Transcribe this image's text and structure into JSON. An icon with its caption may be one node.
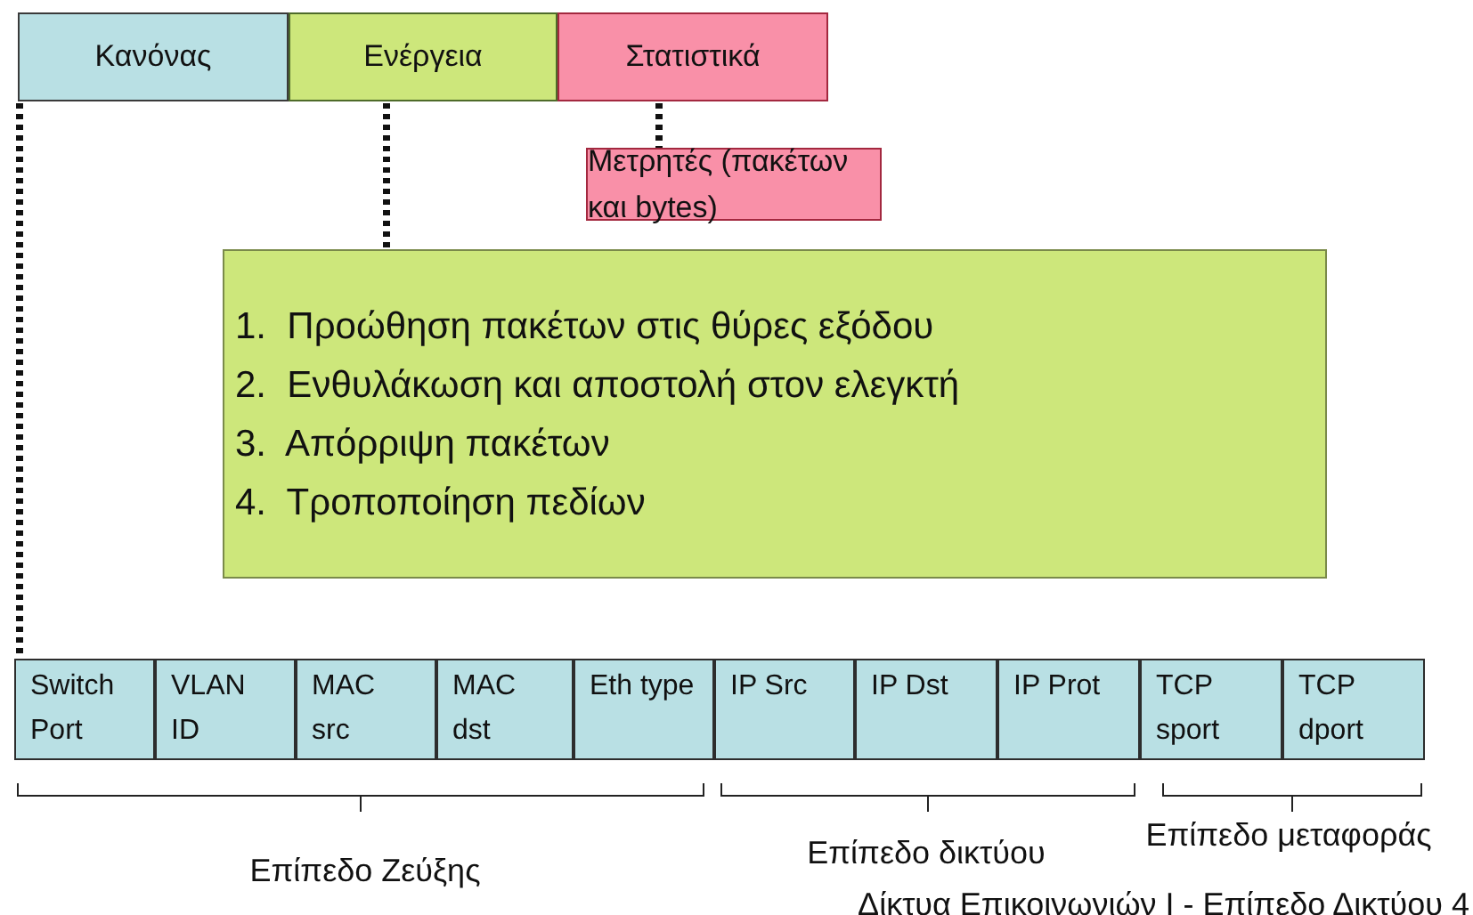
{
  "diagram": {
    "nodes": [
      {
        "text": [
          "Κανόνας"
        ]
      },
      {
        "text": [
          "Ενέργεια"
        ]
      },
      {
        "text": [
          "Στατιστικά"
        ]
      },
      {
        "text": [
          "Μετρητές (πακέτων και bytes)"
        ]
      },
      {
        "text": [
          "1.  Προώθηση πακέτων στις θύρες εξόδου",
          "2.  Ενθυλάκωση και αποστολή στον ελεγκτή",
          "3.  Απόρριψη πακέτων",
          "4.  Τροποποίηση πεδίων"
        ]
      },
      {
        "text": [
          "Switch Port"
        ]
      },
      {
        "text": [
          "VLAN ID"
        ]
      },
      {
        "text": [
          "MAC src"
        ]
      },
      {
        "text": [
          "MAC dst"
        ]
      },
      {
        "text": [
          "Eth type"
        ]
      },
      {
        "text": [
          "IP Src"
        ]
      },
      {
        "text": [
          "IP Dst"
        ]
      },
      {
        "text": [
          "IP Prot"
        ]
      },
      {
        "text": [
          "TCP sport"
        ]
      },
      {
        "text": [
          "TCP dport"
        ]
      }
    ],
    "edges": [
      {
        "from": 0,
        "to": 5,
        "arrow": "none",
        "style": "dashed"
      },
      {
        "from": 1,
        "to": 4,
        "arrow": "none",
        "style": "dashed"
      },
      {
        "from": 2,
        "to": 3,
        "arrow": "none",
        "style": "dashed"
      }
    ],
    "labels": [
      "Επίπεδο Ζεύξης",
      "Επίπεδο δικτύου",
      "Επίπεδο μεταφοράς",
      "Δίκτυα Επικοινωνιών Ι - Επίπεδο Δικτύου   4"
    ]
  }
}
